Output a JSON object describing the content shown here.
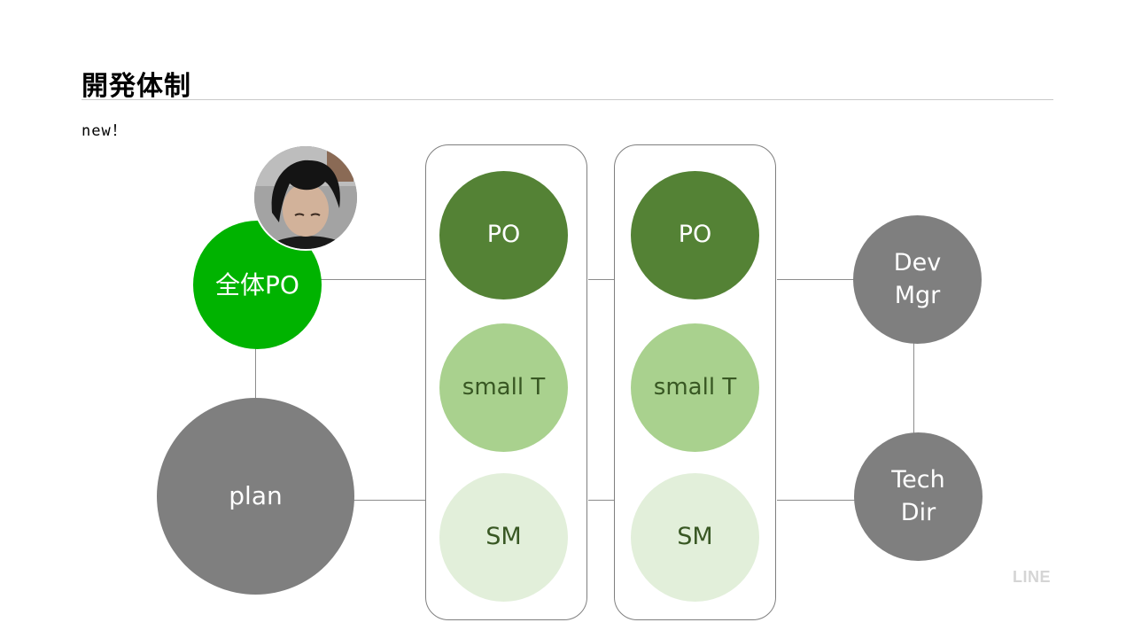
{
  "slide": {
    "title": "開発体制",
    "note": "new！"
  },
  "nodes": {
    "overall_po": "全体PO",
    "plan": "plan",
    "dev_mgr": "Dev\nMgr",
    "tech_dir": "Tech\nDir"
  },
  "teams": [
    {
      "po": "PO",
      "member": "small T",
      "sm": "SM"
    },
    {
      "po": "PO",
      "member": "small T",
      "sm": "SM"
    }
  ],
  "avatar": {
    "icon": "person-photo-icon"
  },
  "brand": {
    "logo": "LINE"
  },
  "colors": {
    "overall_po": "#00b300",
    "po": "#548235",
    "member": "#a9d18e",
    "sm": "#e2efda",
    "team_text_dark": "#385723",
    "gray_node": "#7f7f7f",
    "connector": "#8c8c8c",
    "box_border": "#7f7f7f"
  }
}
